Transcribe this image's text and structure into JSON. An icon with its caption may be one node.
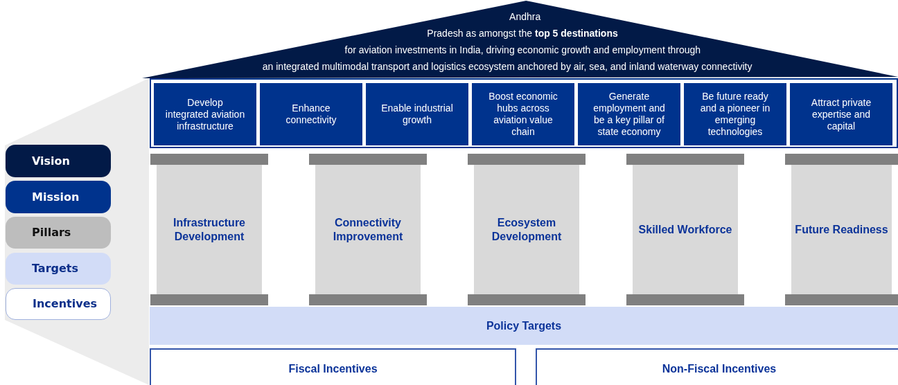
{
  "diagram": {
    "nodes": [
      {
        "text": [
          "Andhra Pradesh as amongst the **top 5 destinations** for aviation investments in India, driving economic growth  and employment through an integrated multimodal transport and logistics ecosystem anchored by air, sea, and inland waterway connectivity"
        ]
      },
      {
        "text": [],
        "shape": "box"
      },
      {
        "text": [
          "Develop integrated aviation infrastructure"
        ],
        "in": 1
      },
      {
        "text": [
          "Enhance connectivity"
        ],
        "in": 1
      },
      {
        "text": [
          "Enable industrial growth"
        ],
        "in": 1
      },
      {
        "text": [
          "Boost economic hubs across aviation value chain"
        ],
        "in": 1
      },
      {
        "text": [
          "Generate employment and be a key pillar of state economy"
        ],
        "in": 1
      },
      {
        "text": [
          "Be future ready and a pioneer in emerging technologies"
        ],
        "in": 1
      },
      {
        "text": [
          "Attract private expertise and capital"
        ],
        "in": 1
      },
      {
        "text": [
          "Infrastructure Development"
        ]
      },
      {
        "text": [
          "Connectivity Improvement"
        ]
      },
      {
        "text": [
          "Ecosystem Development"
        ]
      },
      {
        "text": [
          "Skilled Workforce"
        ]
      },
      {
        "text": [
          "Future Readiness"
        ]
      },
      {
        "text": [
          "Policy Targets"
        ]
      },
      {
        "text": [
          "Fiscal Incentives"
        ]
      },
      {
        "text": [
          "Non-Fiscal Incentives"
        ]
      },
      {
        "text": [
          "Vision"
        ]
      },
      {
        "text": [
          "Mission"
        ]
      },
      {
        "text": [
          "Pillars"
        ]
      },
      {
        "text": [
          "Targets"
        ]
      },
      {
        "text": [
          "Incentives"
        ]
      }
    ],
    "edges": []
  }
}
